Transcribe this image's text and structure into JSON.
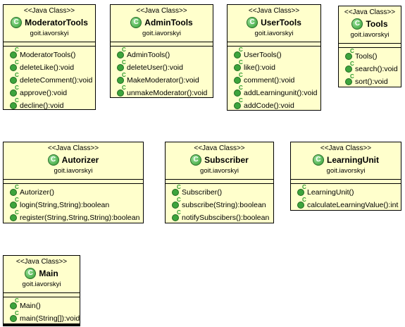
{
  "classes": [
    {
      "stereotype": "<<Java Class>>",
      "name": "ModeratorTools",
      "package": "goit.iavorskyi",
      "operations": [
        {
          "text": "ModeratorTools()",
          "constructor": true
        },
        {
          "text": "deleteLike():void"
        },
        {
          "text": "deleteComment():void"
        },
        {
          "text": "approve():void"
        },
        {
          "text": "decline():void"
        }
      ]
    },
    {
      "stereotype": "<<Java Class>>",
      "name": "AdminTools",
      "package": "goit.iavorskyi",
      "operations": [
        {
          "text": "AdminTools()",
          "constructor": true
        },
        {
          "text": "deleteUser():void"
        },
        {
          "text": "MakeModerator():void"
        },
        {
          "text": "unmakeModerator():void"
        }
      ]
    },
    {
      "stereotype": "<<Java Class>>",
      "name": "UserTools",
      "package": "goit.iavorskyi",
      "operations": [
        {
          "text": "UserTools()",
          "constructor": true
        },
        {
          "text": "like():void"
        },
        {
          "text": "comment():void"
        },
        {
          "text": "addLearningunit():void"
        },
        {
          "text": "addCode():void"
        }
      ]
    },
    {
      "stereotype": "<<Java Class>>",
      "name": "Tools",
      "package": "goit.iavorskyi",
      "operations": [
        {
          "text": "Tools()",
          "constructor": true
        },
        {
          "text": "search():void"
        },
        {
          "text": "sort():void"
        }
      ]
    },
    {
      "stereotype": "<<Java Class>>",
      "name": "Autorizer",
      "package": "goit.iavorskyi",
      "operations": [
        {
          "text": "Autorizer()",
          "constructor": true
        },
        {
          "text": "login(String,String):boolean"
        },
        {
          "text": "register(String,String,String):boolean"
        }
      ]
    },
    {
      "stereotype": "<<Java Class>>",
      "name": "Subscriber",
      "package": "goit.iavorskyi",
      "operations": [
        {
          "text": "Subscriber()",
          "constructor": true
        },
        {
          "text": "subscribe(String):boolean"
        },
        {
          "text": "notifySubscibers():boolean"
        }
      ]
    },
    {
      "stereotype": "<<Java Class>>",
      "name": "LearningUnit",
      "package": "goit.iavorskyi",
      "operations": [
        {
          "text": "LearningUnit()",
          "constructor": true
        },
        {
          "text": "calculateLearningValue():int"
        }
      ]
    },
    {
      "stereotype": "<<Java Class>>",
      "name": "Main",
      "package": "goit.iavorskyi",
      "operations": [
        {
          "text": "Main()",
          "constructor": true
        },
        {
          "text": "main(String[]):void",
          "static": true
        }
      ]
    }
  ],
  "icons": {
    "class": "class-icon",
    "method": "public-method-icon",
    "constructor_mark": "C",
    "static_mark": "S"
  },
  "colors": {
    "class_fill": "#ffffcc",
    "class_icon": "#2e9b2e",
    "static_mark": "#c02020"
  }
}
